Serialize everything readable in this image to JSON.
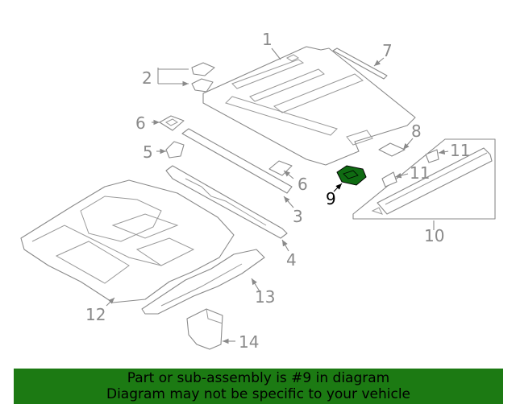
{
  "diagram": {
    "callouts": [
      "1",
      "2",
      "3",
      "4",
      "5",
      "6",
      "6",
      "7",
      "8",
      "9",
      "10",
      "11",
      "11",
      "12",
      "13",
      "14"
    ],
    "highlighted_part": "9",
    "highlight_color": "#0f6b12",
    "line_color": "#8a8a8a"
  },
  "banner": {
    "line1": "Part or sub-assembly is #9 in diagram",
    "line2": "Diagram may not be specific to your vehicle",
    "background": "#1c7a13"
  }
}
